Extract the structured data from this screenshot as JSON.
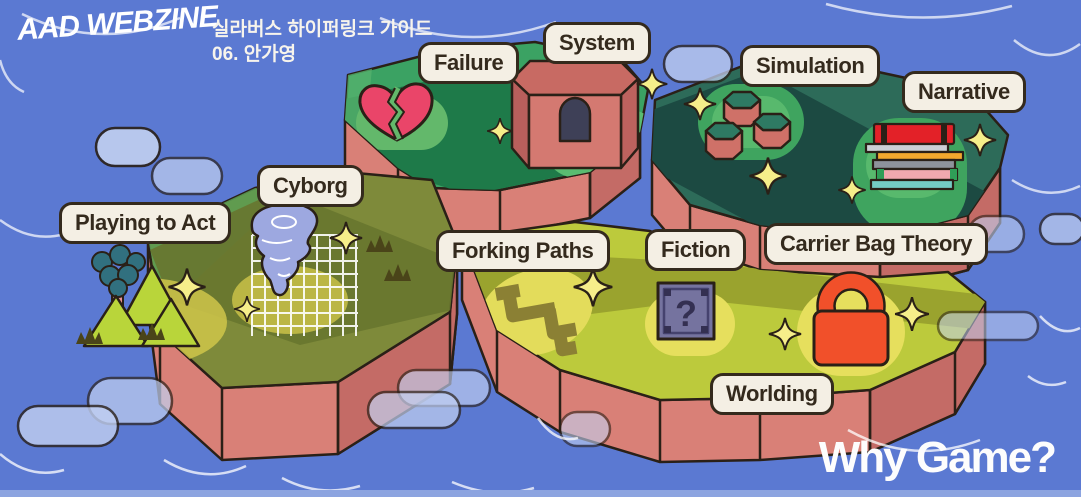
{
  "header": {
    "logo": "AAD WEBZINE",
    "subtitle_line1": "실라버스 하이퍼링크 가이드",
    "subtitle_line2": "06. 안가영"
  },
  "tagline": "Why Game?",
  "labels": [
    {
      "id": "playing-to-act",
      "text": "Playing to Act"
    },
    {
      "id": "cyborg",
      "text": "Cyborg"
    },
    {
      "id": "failure",
      "text": "Failure"
    },
    {
      "id": "system",
      "text": "System"
    },
    {
      "id": "simulation",
      "text": "Simulation"
    },
    {
      "id": "narrative",
      "text": "Narrative"
    },
    {
      "id": "forking-paths",
      "text": "Forking Paths"
    },
    {
      "id": "fiction",
      "text": "Fiction"
    },
    {
      "id": "carrier-bag-theory",
      "text": "Carrier Bag Theory"
    },
    {
      "id": "worlding",
      "text": "Worlding"
    }
  ],
  "glyphs": {
    "question_block": "?"
  },
  "icons": [
    "broken-heart-icon",
    "castle-tower-icon",
    "hexagon-buttons-icon",
    "book-stack-icon",
    "tornado-icon",
    "grid-pattern",
    "pine-trees-icon",
    "round-tree-icon",
    "grass-tuft-icon",
    "question-block-icon",
    "padlock-icon",
    "forking-path-icon",
    "sparkle-icon",
    "cloud",
    "wave-line"
  ],
  "colors": {
    "background": "#5b79d2",
    "water_strip": "#8ca4e0",
    "island_side": "#d98077",
    "island_side_dark": "#c46b66",
    "outline": "#2a2017",
    "green_island": "#3ba263",
    "green_island_shade": "#1e7a49",
    "teal_island": "#2d6b59",
    "teal_island_shade": "#1c4a42",
    "olive_island": "#7e8a3a",
    "olive_island_shade": "#68752f",
    "lime_island": "#bcca3c",
    "lime_island_shade": "#9aa32e",
    "highlight_blob_green": "#63b86b",
    "highlight_blob_yellow": "#e3dc5b",
    "label_bg": "#f4efe4",
    "label_text": "#342a1d",
    "sparkle": "#f6ee8a",
    "heart": "#ea4569",
    "padlock": "#f1502a",
    "question_block": "#75739f",
    "tornado": "#9da8e0",
    "cloud": "#c2d0f1",
    "logo_text": "#ffffff",
    "tagline_text": "#fdfdfd"
  }
}
